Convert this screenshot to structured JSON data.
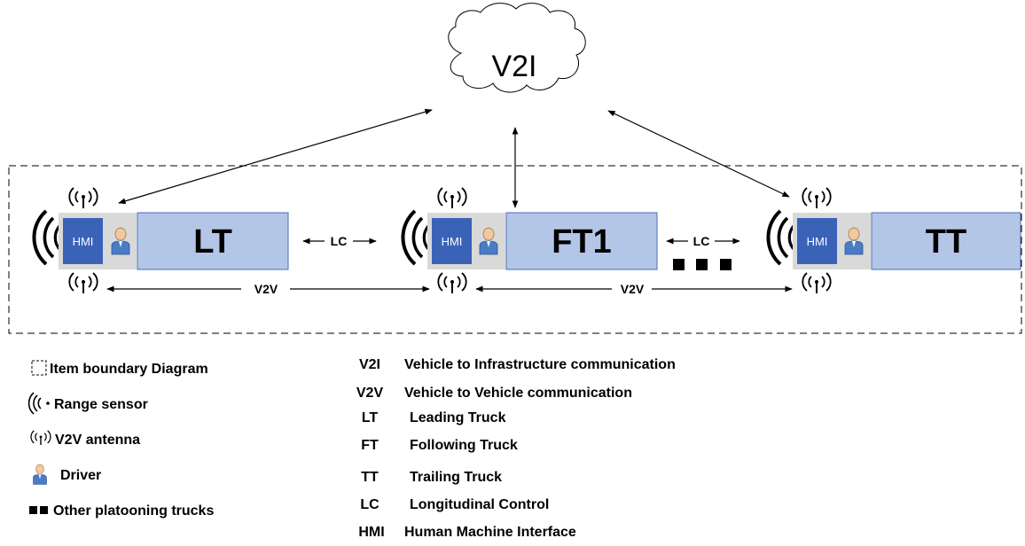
{
  "cloud": {
    "label": "V2I"
  },
  "trucks": [
    {
      "id": "lt",
      "label": "LT",
      "hmi": "HMI"
    },
    {
      "id": "ft1",
      "label": "FT1",
      "hmi": "HMI"
    },
    {
      "id": "tt",
      "label": "TT",
      "hmi": "HMI"
    }
  ],
  "links": {
    "lc": "LC",
    "v2v": "V2V"
  },
  "legend_left": [
    {
      "icon": "dashed-box-icon",
      "text": "Item boundary Diagram"
    },
    {
      "icon": "range-sensor-icon",
      "text": "Range sensor"
    },
    {
      "icon": "antenna-icon",
      "text": "V2V antenna"
    },
    {
      "icon": "driver-icon",
      "text": "Driver"
    },
    {
      "icon": "dots-icon",
      "text": "Other platooning trucks"
    }
  ],
  "legend_right": [
    {
      "abbr": "V2I",
      "text": "Vehicle to Infrastructure communication"
    },
    {
      "abbr": "V2V",
      "text": "Vehicle to Vehicle communication"
    },
    {
      "abbr": "LT",
      "text": "Leading Truck"
    },
    {
      "abbr": "FT",
      "text": "Following Truck"
    },
    {
      "abbr": "TT",
      "text": "Trailing Truck"
    },
    {
      "abbr": "LC",
      "text": "Longitudinal Control"
    },
    {
      "abbr": "HMI",
      "text": "Human Machine Interface"
    }
  ],
  "colors": {
    "hmi_fill": "#3a63b8",
    "truck_fill": "#b4c6e7",
    "truck_stroke": "#4a6fb0",
    "panel_fill": "#d9d9d9",
    "driver_head": "#f3c89a",
    "driver_body": "#4a7cc4"
  }
}
